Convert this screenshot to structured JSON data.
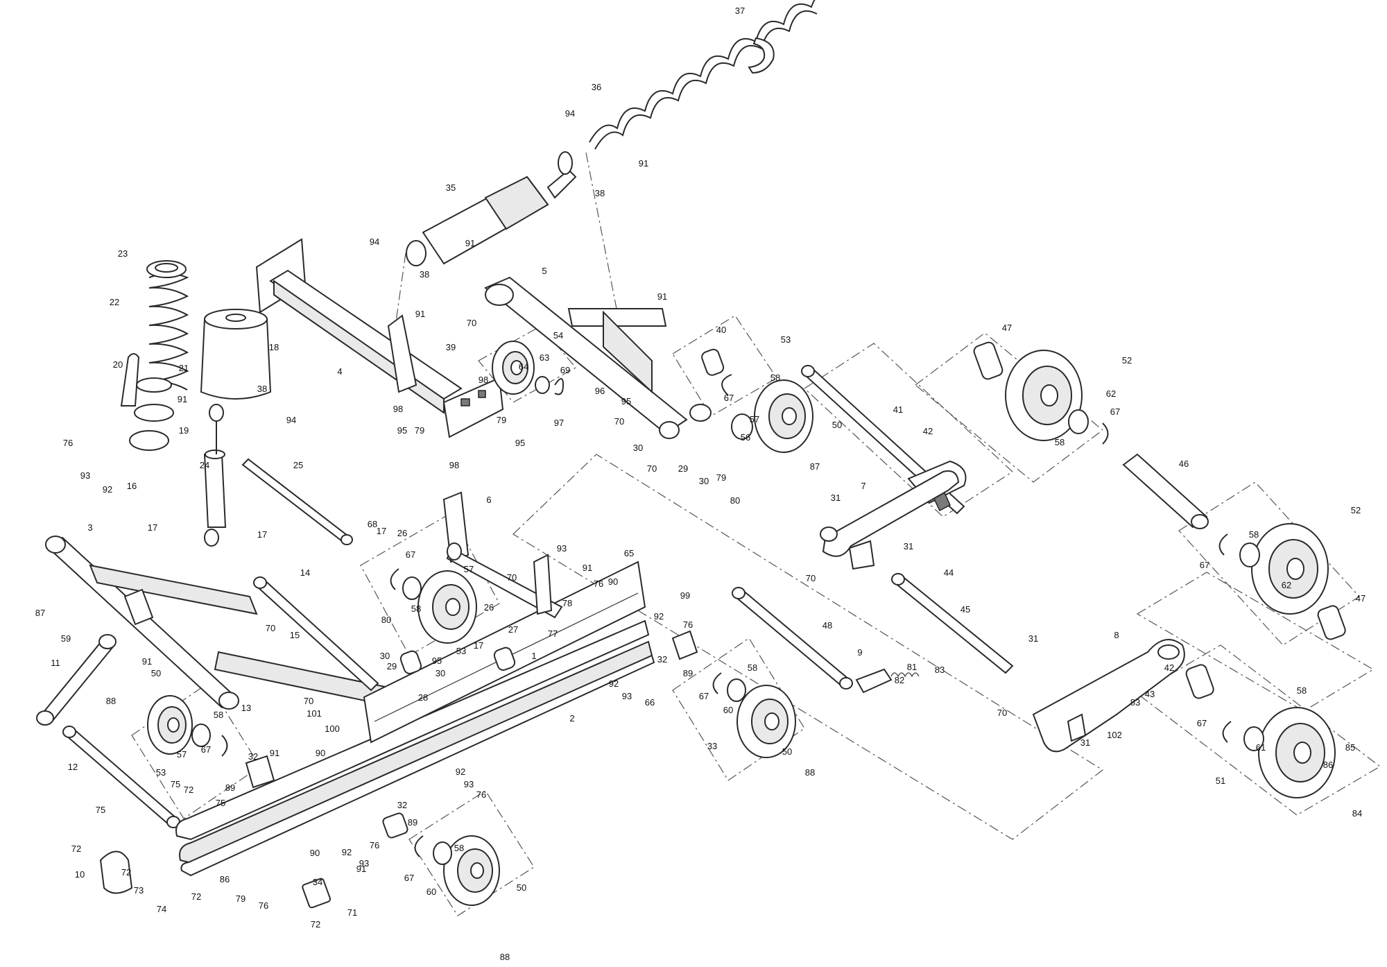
{
  "diagram": {
    "labels": [
      "1",
      "2",
      "3",
      "4",
      "5",
      "6",
      "7",
      "8",
      "9",
      "10",
      "11",
      "12",
      "13",
      "14",
      "15",
      "16",
      "17",
      "18",
      "19",
      "20",
      "21",
      "22",
      "23",
      "24",
      "25",
      "26",
      "27",
      "28",
      "29",
      "30",
      "31",
      "32",
      "33",
      "34",
      "35",
      "36",
      "37",
      "38",
      "39",
      "40",
      "41",
      "42",
      "43",
      "44",
      "45",
      "46",
      "47",
      "48",
      "50",
      "51",
      "52",
      "53",
      "54",
      "56",
      "57",
      "58",
      "59",
      "60",
      "61",
      "62",
      "63",
      "64",
      "65",
      "66",
      "67",
      "68",
      "69",
      "70",
      "71",
      "72",
      "73",
      "74",
      "75",
      "76",
      "77",
      "78",
      "79",
      "80",
      "81",
      "82",
      "83",
      "84",
      "85",
      "86",
      "87",
      "88",
      "89",
      "90",
      "91",
      "92",
      "93",
      "94",
      "95",
      "96",
      "97",
      "98",
      "99",
      "100",
      "101",
      "102"
    ]
  }
}
